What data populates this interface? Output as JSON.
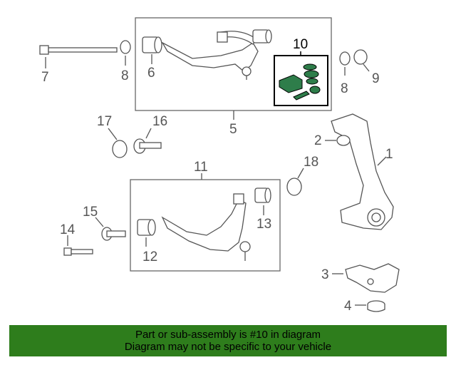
{
  "callouts": [
    "1",
    "2",
    "3",
    "4",
    "5",
    "6",
    "7",
    "8",
    "8",
    "9",
    "10",
    "11",
    "12",
    "13",
    "14",
    "15",
    "16",
    "17",
    "18"
  ],
  "colors": {
    "banner_bg": "#2e7d1c",
    "line": "#555555",
    "highlight": "#006633"
  },
  "banner": {
    "line1": "Part or sub-assembly is #10 in diagram",
    "line2": "Diagram may not be specific to your vehicle"
  }
}
